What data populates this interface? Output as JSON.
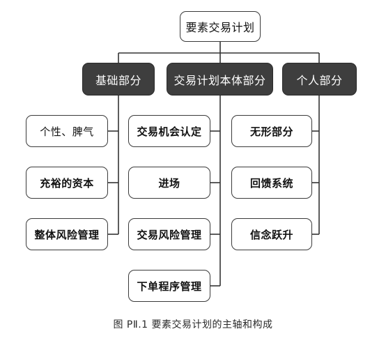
{
  "diagram": {
    "root": "要素交易计划",
    "categories": [
      {
        "label": "基础部分",
        "items": [
          "个性、脾气",
          "充裕的资本",
          "整体风险管理"
        ]
      },
      {
        "label": "交易计划本体部分",
        "items": [
          "交易机会认定",
          "进场",
          "交易风险管理",
          "下单程序管理"
        ]
      },
      {
        "label": "个人部分",
        "items": [
          "无形部分",
          "回馈系统",
          "信念跃升"
        ]
      }
    ],
    "caption": "图 PⅡ.1   要素交易计划的主轴和构成"
  }
}
